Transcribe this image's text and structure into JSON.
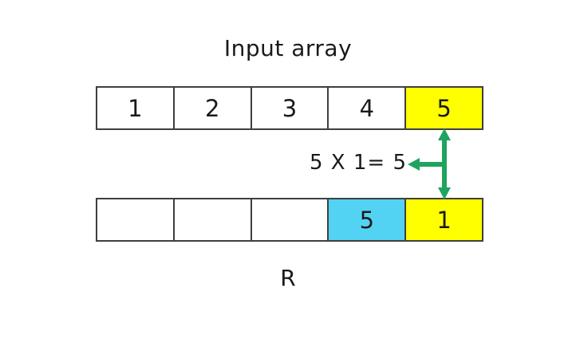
{
  "title": "Input array",
  "operation_label": "5 X 1= 5",
  "result_label": "R",
  "colors": {
    "highlight_yellow": "#FFFF00",
    "highlight_cyan": "#53D3F3",
    "arrow_green": "#1EA45E",
    "cell_border": "#3F3F3F",
    "background": "#FFFFFF"
  },
  "input_array": {
    "cells": [
      {
        "value": "1",
        "bg": "#FFFFFF"
      },
      {
        "value": "2",
        "bg": "#FFFFFF"
      },
      {
        "value": "3",
        "bg": "#FFFFFF"
      },
      {
        "value": "4",
        "bg": "#FFFFFF"
      },
      {
        "value": "5",
        "bg": "#FFFF00"
      }
    ]
  },
  "result_array": {
    "cells": [
      {
        "value": "",
        "bg": "#FFFFFF"
      },
      {
        "value": "",
        "bg": "#FFFFFF"
      },
      {
        "value": "",
        "bg": "#FFFFFF"
      },
      {
        "value": "5",
        "bg": "#53D3F3"
      },
      {
        "value": "1",
        "bg": "#FFFF00"
      }
    ]
  }
}
